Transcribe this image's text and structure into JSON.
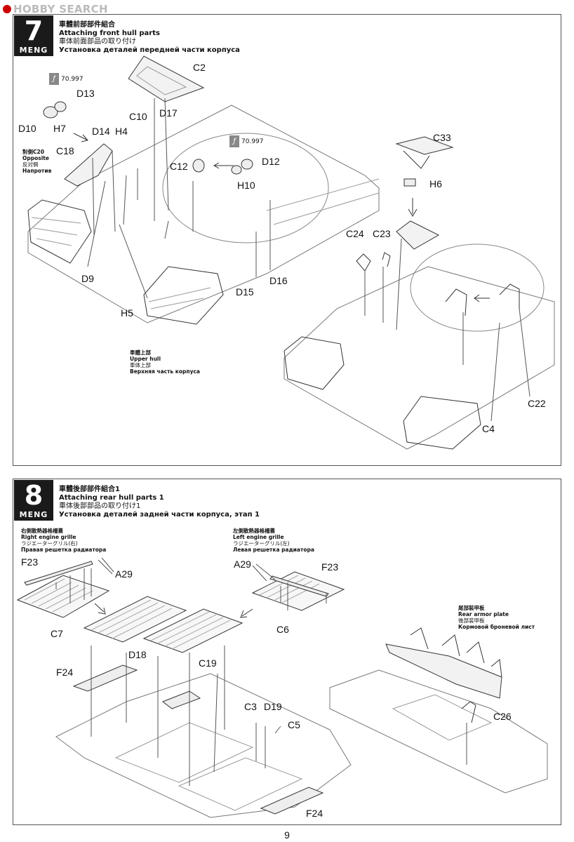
{
  "watermark": "HOBBY SEARCH",
  "page_number": "9",
  "steps": [
    {
      "number": "7",
      "brand": "MENG",
      "title_zh": "車體前部部件組合",
      "title_en": "Attaching front hull parts",
      "title_jp": "車体前面部品の取り付け",
      "title_ru": "Установка деталей передней части корпуса",
      "paint_codes": [
        "70.997",
        "70.997"
      ],
      "labels": [
        "C2",
        "D13",
        "D10",
        "H7",
        "C10",
        "D17",
        "D14",
        "H4",
        "C18",
        "C12",
        "D12",
        "H10",
        "C33",
        "H6",
        "D9",
        "H5",
        "D15",
        "D16",
        "C24",
        "C23",
        "C22",
        "C4"
      ],
      "opposite_note": {
        "zh": "對側C20",
        "en": "Opposite",
        "jp": "反対側",
        "ru": "Напротив"
      },
      "upper_hull_note": {
        "zh": "車體上部",
        "en": "Upper hull",
        "jp": "車体上部",
        "ru": "Верхняя часть корпуса"
      }
    },
    {
      "number": "8",
      "brand": "MENG",
      "title_zh": "車體後部部件組合1",
      "title_en": "Attaching rear hull parts 1",
      "title_jp": "車体後部部品の取り付け1",
      "title_ru": "Установка деталей задней части корпуса, этап 1",
      "right_grille": {
        "zh": "右側散熱器格柵蓋",
        "en": "Right engine grille",
        "jp": "ラジエーターグリル(右)",
        "ru": "Правая решетка радиатора"
      },
      "left_grille": {
        "zh": "左側散熱器格柵蓋",
        "en": "Left engine grille",
        "jp": "ラジエーターグリル(左)",
        "ru": "Левая решетка радиатора"
      },
      "rear_armor": {
        "zh": "尾部裝甲板",
        "en": "Rear armor plate",
        "jp": "後部装甲板",
        "ru": "Кормовой броневой лист"
      },
      "labels": [
        "F23",
        "A29",
        "C7",
        "A29",
        "F23",
        "C6",
        "D18",
        "F24",
        "C19",
        "C3",
        "D19",
        "C5",
        "C26",
        "F24"
      ]
    }
  ]
}
